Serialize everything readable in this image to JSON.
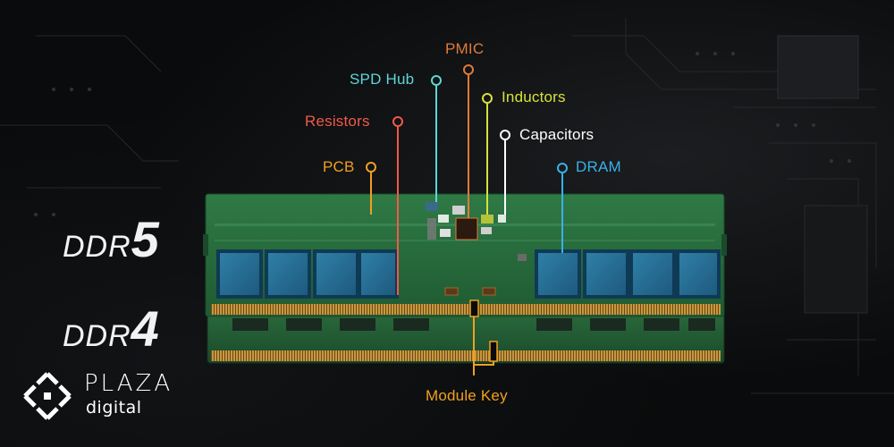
{
  "labels": {
    "pmic": "PMIC",
    "spd_hub": "SPD Hub",
    "inductors": "Inductors",
    "resistors": "Resistors",
    "capacitors": "Capacitors",
    "pcb": "PCB",
    "dram": "DRAM",
    "module_key": "Module Key"
  },
  "modules": {
    "ddr5_text": "DDR",
    "ddr5_num": "5",
    "ddr4_text": "DDR",
    "ddr4_num": "4"
  },
  "logo": {
    "name": "PLAZA",
    "sub": "digital"
  },
  "colors": {
    "pmic": "#e07a3a",
    "spd_hub": "#5fd6d6",
    "inductors": "#d7e23a",
    "resistors": "#ef5a4a",
    "capacitors": "#ffffff",
    "pcb": "#f0a020",
    "dram": "#3ab0e8",
    "module_key": "#f0a020"
  }
}
